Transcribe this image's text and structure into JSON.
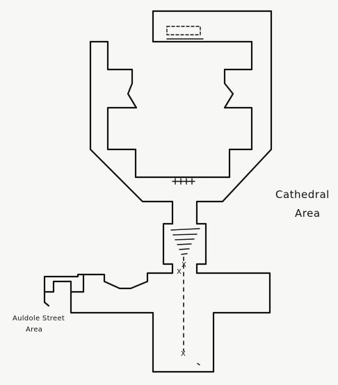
{
  "labels": {
    "cathedral": [
      "Cathedral",
      "Area"
    ],
    "auldole": [
      "Auldole Street",
      "Area"
    ]
  },
  "markers": {
    "start": "X",
    "end": "X",
    "pair": "X"
  }
}
